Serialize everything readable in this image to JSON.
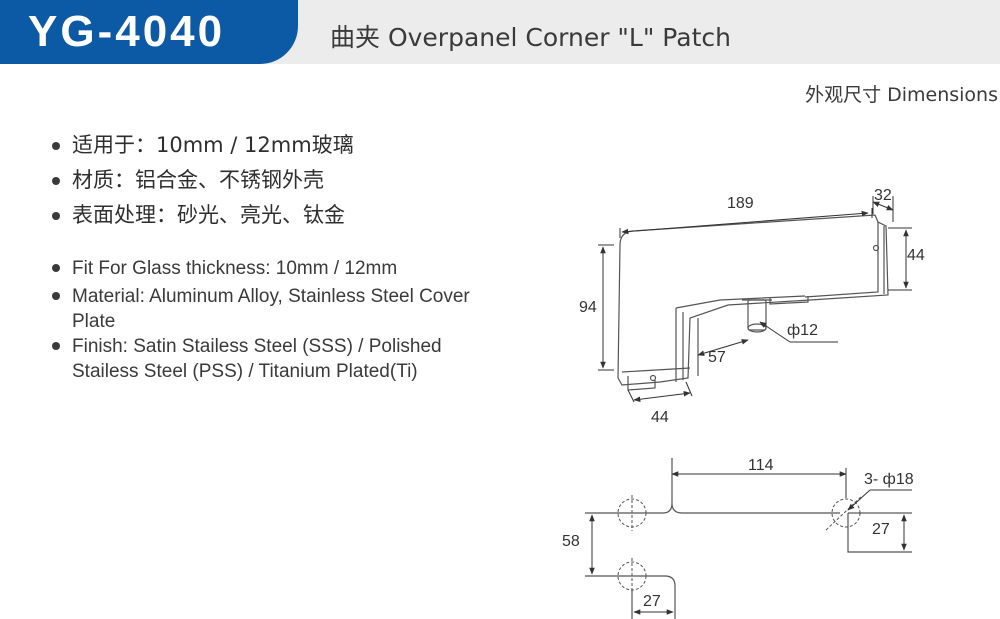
{
  "header": {
    "model": "YG-4040",
    "title": "曲夹 Overpanel Corner \"L\" Patch"
  },
  "dimensions_heading": "外观尺寸 Dimensions",
  "specs_cn": [
    "适用于：10mm / 12mm玻璃",
    "材质：铝合金、不锈钢外壳",
    "表面处理：砂光、亮光、钛金"
  ],
  "specs_en": [
    "Fit For Glass thickness: 10mm / 12mm",
    "Material: Aluminum Alloy, Stainless Steel Cover Plate",
    "Finish: Satin Stailess Steel (SSS) / Polished Stailess Steel (PSS) / Titanium Plated(Ti)"
  ],
  "side_view": {
    "dim_length": "189",
    "dim_top_depth": "32",
    "dim_right_height": "44",
    "dim_total_height": "94",
    "dim_pin_diameter": "ф12",
    "dim_pin_offset": "57",
    "dim_bottom_depth": "44"
  },
  "cutout_view": {
    "dim_hole_spacing": "114",
    "dim_holes": "3- ф18",
    "dim_right_offset": "27",
    "dim_vertical_spacing": "58",
    "dim_bottom_offset": "27"
  },
  "colors": {
    "brand_blue": "#0c5aa6",
    "header_gray": "#ececec"
  }
}
